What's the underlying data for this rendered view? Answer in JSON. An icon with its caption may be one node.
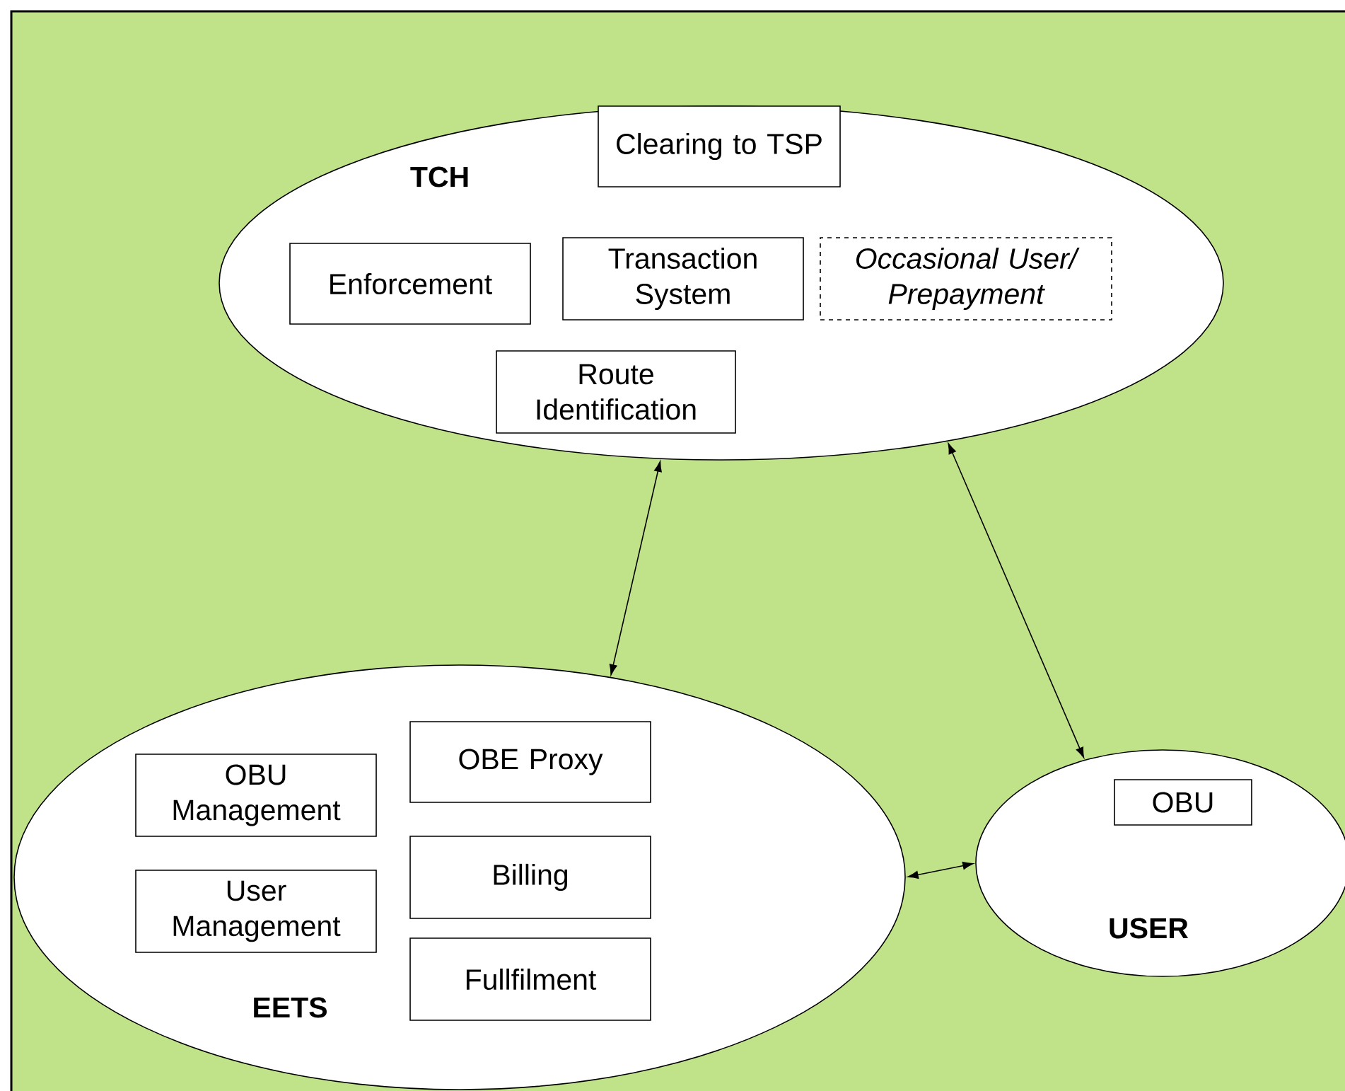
{
  "diagram": {
    "nodes": [
      {
        "text": [
          "TCH"
        ]
      },
      {
        "text": [
          "Clearing to TSP"
        ],
        "in": 0
      },
      {
        "text": [
          "Enforcement"
        ],
        "in": 0
      },
      {
        "text": [
          "Transaction System"
        ],
        "in": 0
      },
      {
        "text": [
          "Occasional User/ Prepayment"
        ],
        "in": 0
      },
      {
        "text": [
          "Route Identification"
        ],
        "in": 0
      },
      {
        "text": [
          "EETS"
        ]
      },
      {
        "text": [
          "OBU Management"
        ],
        "in": 6
      },
      {
        "text": [
          "OBE Proxy"
        ],
        "in": 6
      },
      {
        "text": [
          "User Management"
        ],
        "in": 6
      },
      {
        "text": [
          "Billing"
        ],
        "in": 6
      },
      {
        "text": [
          "Fullfilment"
        ],
        "in": 6
      },
      {
        "text": [
          "USER"
        ]
      },
      {
        "text": [
          "OBU"
        ],
        "in": 12
      }
    ],
    "edges": [
      {
        "from": 0,
        "to": 6,
        "arrow": "both"
      },
      {
        "from": 0,
        "to": 12,
        "arrow": "both"
      },
      {
        "from": 6,
        "to": 12,
        "arrow": "both"
      }
    ]
  }
}
